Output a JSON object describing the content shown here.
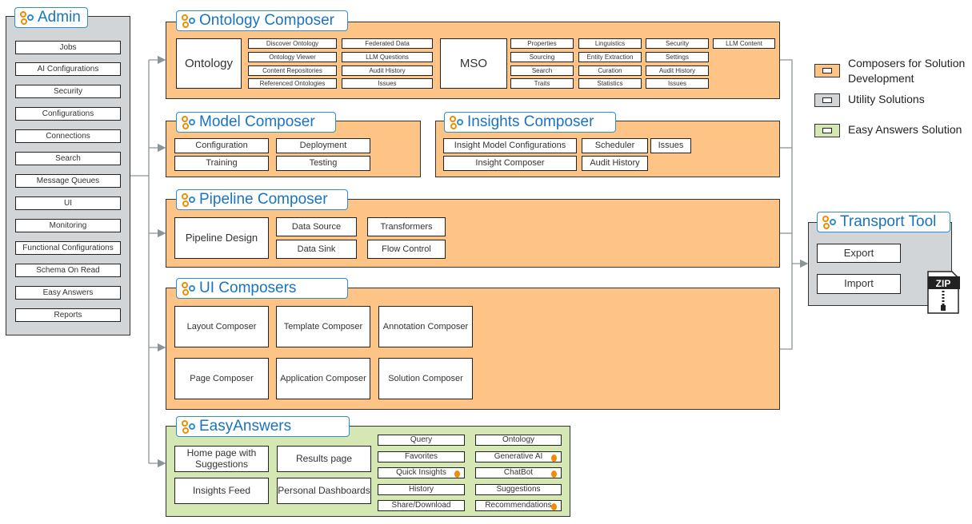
{
  "admin": {
    "title": "Admin",
    "items": [
      "Jobs",
      "AI Configurations",
      "Security",
      "Configurations",
      "Connections",
      "Search",
      "Message Queues",
      "UI",
      "Monitoring",
      "Functional Configurations",
      "Schema On Read",
      "Easy Answers",
      "Reports"
    ]
  },
  "ontology": {
    "title": "Ontology Composer",
    "main": "Ontology",
    "items": [
      "Discover Ontology",
      "Ontology Viewer",
      "Content Repositories",
      "Referenced Ontologies",
      "Federated Data",
      "LLM Questions",
      "Audit History",
      "Issues"
    ],
    "mso": "MSO",
    "mso_items": [
      "Properties",
      "Sourcing",
      "Search",
      "Traits",
      "Linguistics",
      "Entity Extraction",
      "Curation",
      "Statistics",
      "Security",
      "Settings",
      "Audit History",
      "Issues",
      "LLM Content"
    ]
  },
  "model": {
    "title": "Model Composer",
    "items": [
      "Configuration",
      "Deployment",
      "Training",
      "Testing"
    ]
  },
  "insights": {
    "title": "Insights Composer",
    "items": [
      "Insight Model Configurations",
      "Scheduler",
      "Issues",
      "Insight Composer",
      "Audit History"
    ]
  },
  "pipeline": {
    "title": "Pipeline Composer",
    "items": [
      "Pipeline Design",
      "Data Source",
      "Transformers",
      "Data Sink",
      "Flow Control"
    ]
  },
  "ui": {
    "title": "UI Composers",
    "items": [
      "Layout Composer",
      "Template Composer",
      "Annotation Composer",
      "Page Composer",
      "Application Composer",
      "Solution Composer"
    ]
  },
  "easy": {
    "title": "EasyAnswers",
    "items": [
      "Home page with Suggestions",
      "Results page",
      "Insights Feed",
      "Personal Dashboards"
    ],
    "features": [
      "Query",
      "Favorites",
      "Quick Insights",
      "History",
      "Share/Download",
      "Ontology",
      "Generative AI",
      "ChatBot",
      "Suggestions",
      "Recommendations"
    ],
    "marked_features": [
      "Quick Insights",
      "Generative AI",
      "ChatBot",
      "Recommendations"
    ]
  },
  "transport": {
    "title": "Transport Tool",
    "items": [
      "Export",
      "Import"
    ],
    "zip_label": "ZIP"
  },
  "legend": [
    {
      "label": "Composers for Solution Development",
      "color": "#fdc486"
    },
    {
      "label": "Utility Solutions",
      "color": "#d1d5d7"
    },
    {
      "label": "Easy Answers Solution",
      "color": "#d5e8b3"
    }
  ],
  "colors": {
    "title": "#1a73c0",
    "marker": "#f28c00"
  }
}
